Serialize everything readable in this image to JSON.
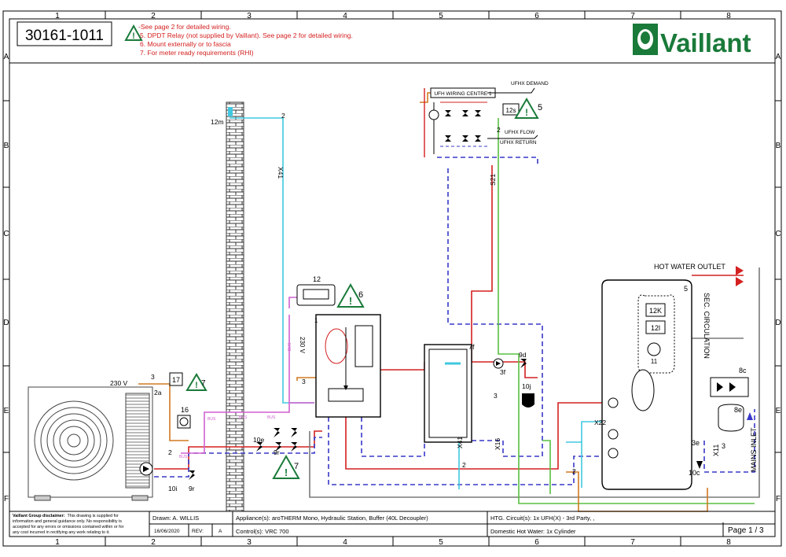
{
  "grid": {
    "cols": [
      "1",
      "2",
      "3",
      "4",
      "5",
      "6",
      "7",
      "8"
    ],
    "rows": [
      "A",
      "B",
      "C",
      "D",
      "E",
      "F"
    ]
  },
  "header": {
    "drawing_number": "30161-1011",
    "notes": [
      "-See page 2 for detailed wiring.",
      "5.  DPDT Relay (not supplied by Vaillant). See page 2 for detailed wiring.",
      "6.  Mount externally or to fascia",
      "7.  For meter ready requirements (RHI)"
    ],
    "brand": "Vaillant"
  },
  "labels": {
    "ufh_demand": "UFHX DEMAND",
    "ufh_wiring_centre": "UFH WIRING CENTRE 1",
    "ufh_flow": "UFHX FLOW",
    "ufh_return": "UFHX RETURN",
    "relay_12s": "12s",
    "warn5": "5",
    "warn6": "6",
    "warn7a": "7",
    "warn7b": "7",
    "sensor_12m": "12m",
    "cable_x41_top": "X41",
    "cable_x41_mid": "X41",
    "cable_s21": "S21",
    "cable_x16": "X16",
    "cable_x22": "X22",
    "cable_x11": "X11",
    "controller_12": "12",
    "hydraulic_1": "1",
    "voltage_230_a": "230 V",
    "voltage_230_b": "230 V",
    "cable_3_a": "3",
    "cable_3_b": "3",
    "cable_3_c": "3",
    "cable_3_d": "3",
    "cable_2_a": "2",
    "cable_2_b": "2",
    "cable_2_c": "2",
    "cable_2_d": "2",
    "cable_2_e": "2",
    "item_17": "17",
    "item_16": "16",
    "item_2a": "2a",
    "item_10i": "10i",
    "item_9r_a": "9r",
    "item_9r_b": "9r",
    "item_10e": "10e",
    "item_7f": "7f",
    "item_3f": "3f",
    "item_9d": "9d",
    "item_10j": "10j",
    "hot_water_outlet": "HOT WATER OUTLET",
    "sec_circulation": "SEC. CIRCULATION",
    "mains_inlet": "MAINS INLET",
    "cyl_5": "5",
    "cyl_12k": "12K",
    "cyl_12l": "12l",
    "cyl_11": "11",
    "item_8c": "8c",
    "item_8e": "8e",
    "item_3e": "3e",
    "item_10c": "10c",
    "bus": "BUS"
  },
  "footer": {
    "disclaimer_title": "Vaillant Group disclaimer:",
    "disclaimer_line1": "This drawing is supplied for",
    "disclaimer_line2": "information and general guidance only. No responsibility is",
    "disclaimer_line3": "accepted for any errors or omissions contained within or for",
    "disclaimer_line4": "any cost incurred in rectifying any work relating to it.",
    "drawn": "Drawn: A. WILLIS",
    "date": "16/06/2020",
    "rev_label": "REV:",
    "rev": "A",
    "appliances": "Appliance(s): aroTHERM Mono,  Hydraulic Station, Buffer (40L Decoupler)",
    "controls": "Control(s): VRC 700",
    "htg": "HTG. Circuit(s): 1x UFH(X) - 3rd Party,  ,",
    "dhw": "Domestic Hot Water: 1x Cylinder",
    "page": "Page 1 / 3"
  },
  "colors": {
    "red": "#d42020",
    "blue": "#3838c8",
    "cyan": "#40c8e0",
    "green": "#58c040",
    "orange": "#d07a20",
    "pink": "#d060d0",
    "grey": "#7a7a7a",
    "brand_green": "#1a7a3a"
  }
}
